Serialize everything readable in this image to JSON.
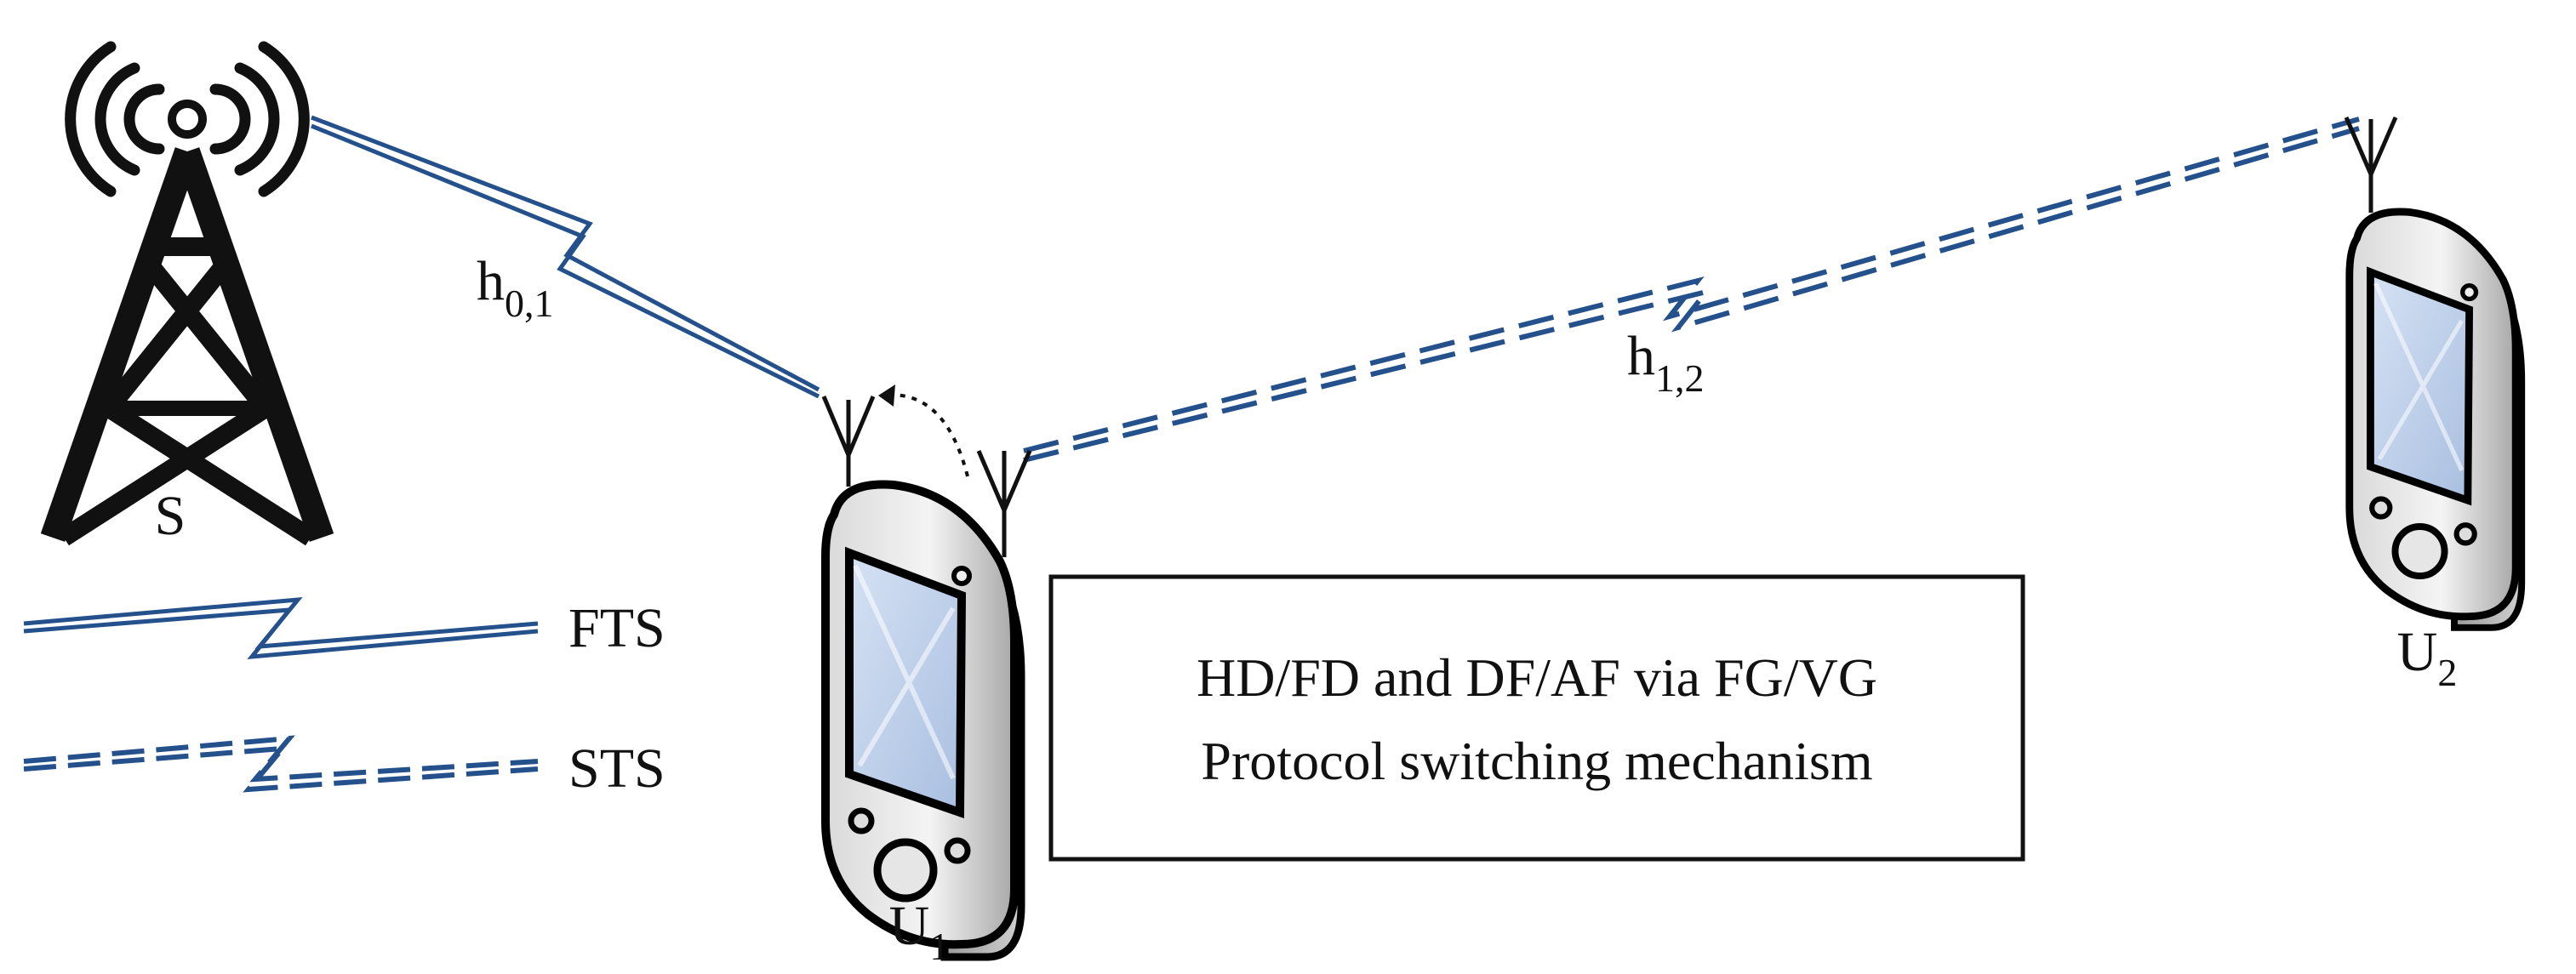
{
  "nodes": {
    "source": {
      "label": "S"
    },
    "user1": {
      "label": "U",
      "sub": "1"
    },
    "user2": {
      "label": "U",
      "sub": "2"
    }
  },
  "links": {
    "h01": {
      "label": "h",
      "sub": "0,1"
    },
    "h12": {
      "label": "h",
      "sub": "1,2"
    }
  },
  "legend": {
    "fts_label": "FTS",
    "sts_label": "STS"
  },
  "protocol_box": {
    "line1": "HD/FD and DF/AF via FG/VG",
    "line2": "Protocol switching mechanism"
  },
  "colors": {
    "link": "#24508c",
    "ink": "#111111"
  }
}
